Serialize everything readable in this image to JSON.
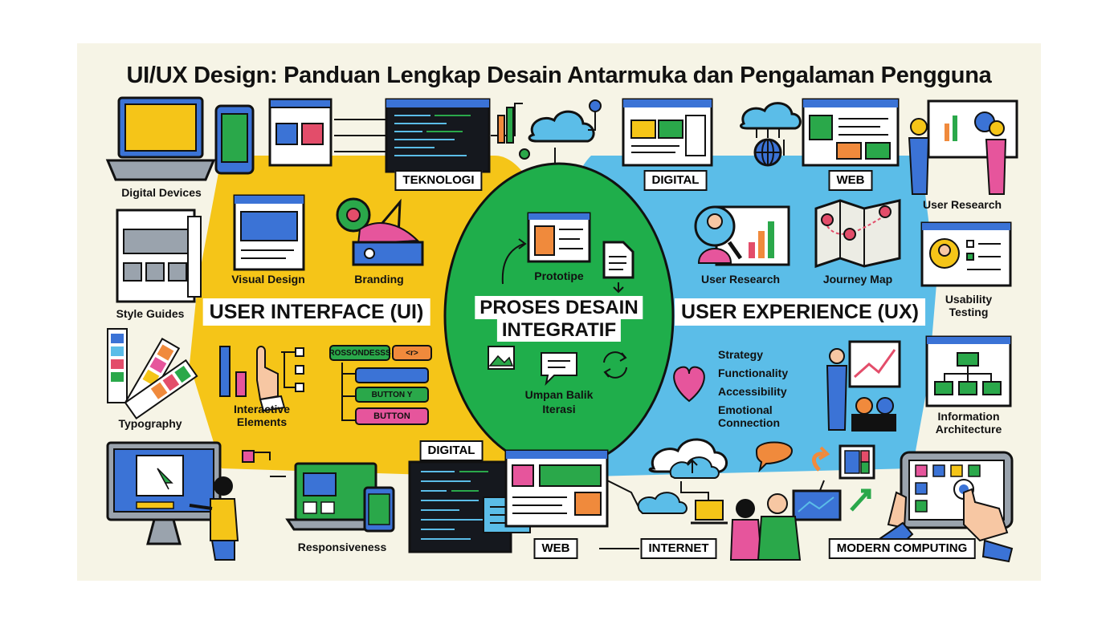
{
  "title": "UI/UX Design: Panduan Lengkap Desain Antarmuka dan Pengalaman Pengguna",
  "colors": {
    "ui_region": "#f5c518",
    "ux_region": "#5bbde8",
    "process_region": "#1fae4b",
    "background": "#f6f4e6",
    "blue": "#3b73d6",
    "red": "#e34d6a",
    "pink": "#e6559c",
    "orange": "#f08a3c",
    "green": "#2aa84a",
    "yellow": "#f5c518"
  },
  "ui": {
    "heading": "USER INTERFACE (UI)",
    "labels": {
      "digital_devices": "Digital Devices",
      "style_guides": "Style Guides",
      "typography": "Typography",
      "visual_design": "Visual Design",
      "branding": "Branding",
      "interactive_elements": "Interactive Elements",
      "responsiveness": "Responsiveness"
    },
    "buttons": [
      "ROSSONDESSS",
      "<r>",
      "BUTTON Y",
      "BUTTON"
    ]
  },
  "process": {
    "heading_line1": "PROSES DESAIN",
    "heading_line2": "INTEGRATIF",
    "prototype": "Prototipe",
    "feedback_line1": "Umpan Balik",
    "feedback_line2": "Iterasi"
  },
  "ux": {
    "heading": "USER EXPERIENCE (UX)",
    "labels": {
      "user_research_inner": "User Research",
      "journey_map": "Journey Map",
      "user_research": "User Research",
      "usability_testing_line1": "Usability",
      "usability_testing_line2": "Testing",
      "information_architecture_line1": "Information",
      "information_architecture_line2": "Architecture"
    },
    "pillars": [
      "Strategy",
      "Functionality",
      "Accessibility",
      "Emotional",
      "Connection"
    ]
  },
  "tags": {
    "teknologi": "TEKNOLOGI",
    "digital_top": "DIGITAL",
    "web_top": "WEB",
    "digital_bottom": "DIGITAL",
    "web_bottom": "WEB",
    "internet": "INTERNET",
    "modern_computing": "MODERN COMPUTING"
  },
  "icons": [
    "laptop-icon",
    "phone-icon",
    "cloud-icon",
    "globe-icon",
    "magnifier-icon",
    "map-icon",
    "heart-icon",
    "image-icon",
    "chat-icon",
    "cycle-icon",
    "document-icon",
    "monitor-icon",
    "color-swatch-icon",
    "bar-chart-icon",
    "hand-pointer-icon",
    "tablet-icon"
  ]
}
